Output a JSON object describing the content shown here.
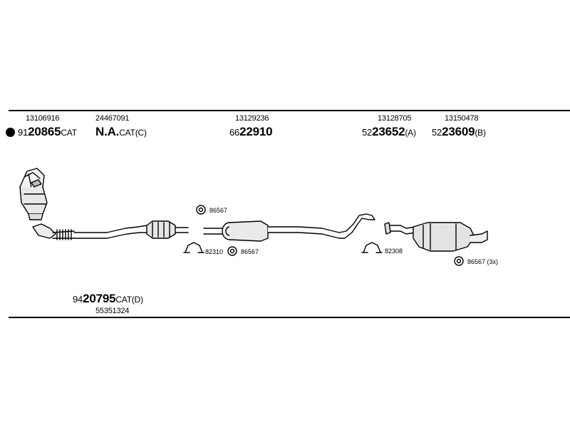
{
  "oe_numbers": {
    "front_left": "13106916",
    "front_right": "24467091",
    "middle": "13129236",
    "rear_left": "13128705",
    "rear_right": "13150478",
    "bottom": "55351324"
  },
  "parts": {
    "front_cat": {
      "prefix": "91",
      "number": "20865",
      "suffix": "CAT"
    },
    "front_na": {
      "prefix": "",
      "number": "N.A.",
      "suffix": "CAT(C)"
    },
    "middle": {
      "prefix": "66",
      "number": "22910",
      "suffix": ""
    },
    "rear_a": {
      "prefix": "52",
      "number": "23652",
      "suffix": "(A)"
    },
    "rear_b": {
      "prefix": "52",
      "number": "23609",
      "suffix": "(B)"
    },
    "bottom_cat": {
      "prefix": "94",
      "number": "20795",
      "suffix": "CAT(D)"
    }
  },
  "fittings": {
    "f1": "86567",
    "f2": "82310",
    "f3": "86567",
    "f4": "82308",
    "f5": "86567 (3x)"
  },
  "icons": [
    "black-dot-icon",
    "rubber-ring-icon",
    "clamp-icon"
  ]
}
